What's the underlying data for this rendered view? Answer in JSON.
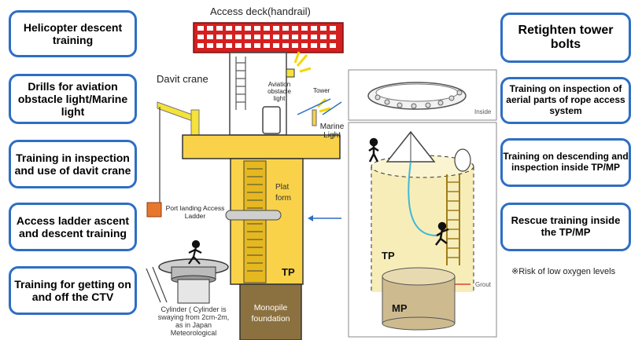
{
  "left_boxes": [
    {
      "text": "Helicopter descent training"
    },
    {
      "text": "Drills for aviation obstacle light/Marine light"
    },
    {
      "text": "Training in inspection and use of davit crane"
    },
    {
      "text": "Access ladder ascent and descent training"
    },
    {
      "text": "Training for getting on and off the CTV"
    }
  ],
  "right_boxes": [
    {
      "text": "Retighten tower bolts"
    },
    {
      "text": "Training on inspection of aerial parts of rope access system"
    },
    {
      "text": "Training on descending and inspection inside TP/MP"
    },
    {
      "text": "Rescue training inside the TP/MP"
    }
  ],
  "labels": {
    "access_deck": "Access deck(handrail)",
    "davit_crane": "Davit crane",
    "aviation_light": "Aviation obstacle light",
    "tower": "Tower",
    "marine_light": "Marine Light",
    "port_landing": "Port landing Access Ladder",
    "platform": "Plat form",
    "tp": "TP",
    "monopile": "Monopile foundation",
    "cylinder": "Cylinder ( Cylinder is swaying from 2cm-2m, as in Japan Meteorological",
    "inside": "Inside",
    "tp_right": "TP",
    "mp_right": "MP",
    "grout": "Grout",
    "risk_note": "※Risk of low oxygen levels"
  },
  "colors": {
    "box_border": "#2e6ec4",
    "tower_yellow": "#f9d24a",
    "deck_red": "#d42020",
    "monopile_brown": "#8c7140",
    "crate_orange": "#e8772e"
  }
}
